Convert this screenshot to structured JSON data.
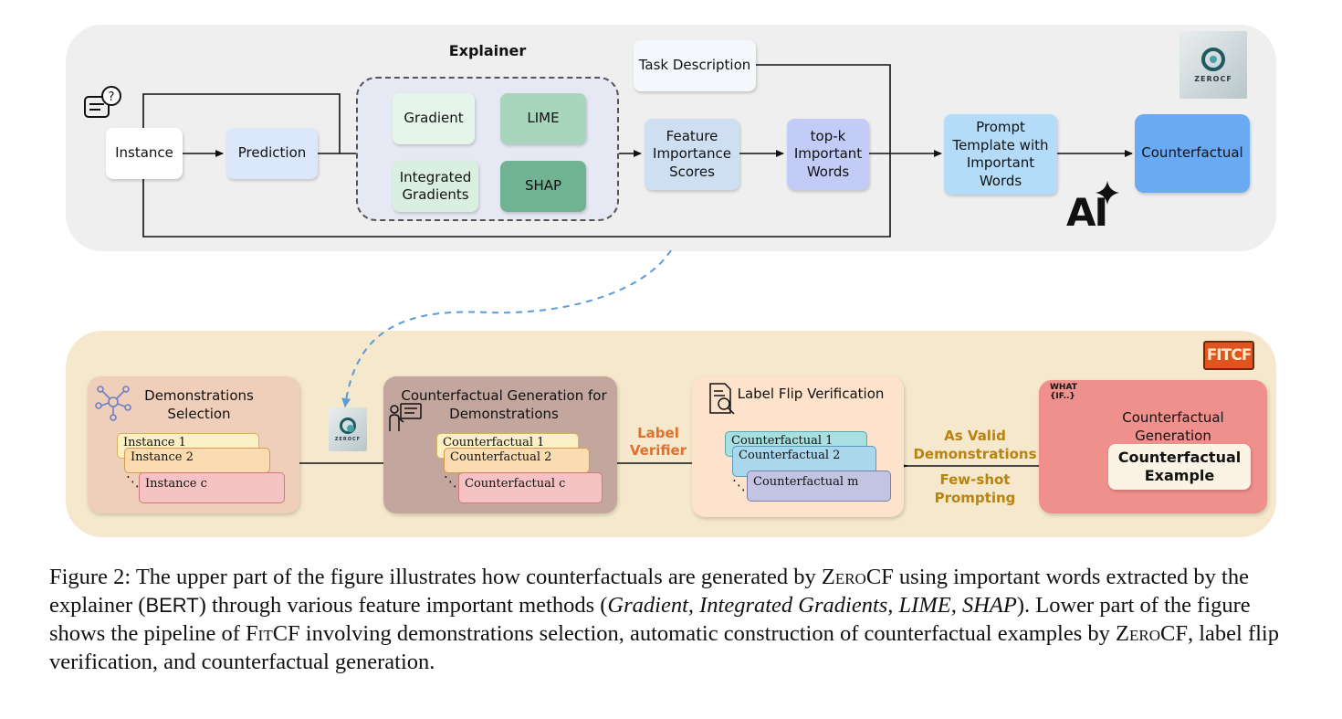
{
  "top": {
    "explainer_title": "Explainer",
    "instance": "Instance",
    "prediction": "Prediction",
    "methods": {
      "gradient": "Gradient",
      "lime": "LIME",
      "integrated": "Integrated Gradients",
      "shap": "SHAP"
    },
    "task_description": "Task Description",
    "feature_importance": "Feature Importance Scores",
    "topk": "top-k Important Words",
    "prompt_template": "Prompt Template with Important Words",
    "counterfactual": "Counterfactual",
    "ai_logo": "AI",
    "zerocf_logo": "ZEROCF"
  },
  "bottom": {
    "fitcf_logo": "FITCF",
    "demo_selection": "Demonstrations Selection",
    "instances": [
      "Instance 1",
      "Instance 2",
      "Instance c"
    ],
    "cf_generation_demo": "Counterfactual Generation for Demonstrations",
    "cfs": [
      "Counterfactual 1",
      "Counterfactual 2",
      "Counterfactual c"
    ],
    "label_verifier": "Label Verifier",
    "label_flip": "Label Flip Verification",
    "cfs_m": [
      "Counterfactual 1",
      "Counterfactual 2",
      "Counterfactual m"
    ],
    "as_valid": "As Valid Demonstrations",
    "few_shot": "Few-shot Prompting",
    "what_if": "WHAT {IF..}",
    "cf_generation": "Counterfactual Generation",
    "cf_example": "Counterfactual Example",
    "zerocf_logo": "ZEROCF"
  },
  "caption": {
    "p1": "Figure 2: The upper part of the figure illustrates how counterfactuals are generated by ",
    "zerocf": "ZeroCF",
    "p2": " using important words extracted by the explainer (",
    "bert": "BERT",
    "p3": ") through various feature important methods (",
    "methods": "Gradient, Integrated Gradients, LIME, SHAP",
    "p4": "). Lower part of the figure shows the pipeline of ",
    "fitcf": "FitCF",
    "p5": " involving demonstrations selection, automatic construction of counterfactual examples by ",
    "zerocf2": "ZeroCF",
    "p6": ", label flip verification, and counterfactual generation."
  },
  "colors": {
    "top_panel": "#efefef",
    "bottom_panel": "#f5e8cc",
    "counterfactual_box": "#6aa9f4",
    "label_verifier_text": "#e0702d",
    "valid_text": "#b98310"
  }
}
